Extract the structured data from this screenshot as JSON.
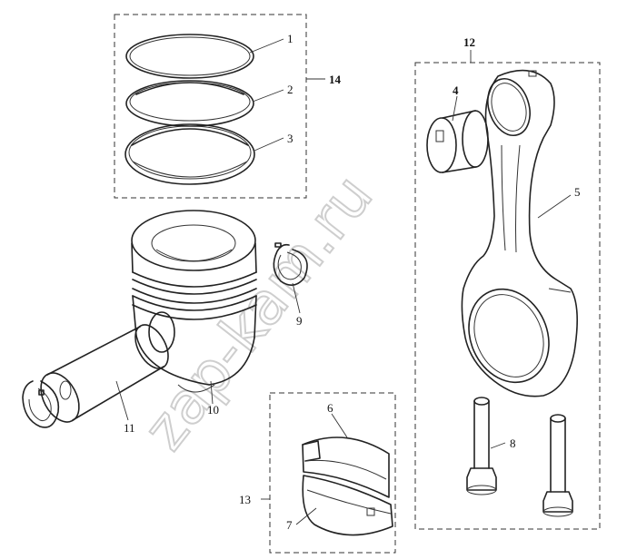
{
  "callouts": {
    "c1": "1",
    "c2": "2",
    "c3": "3",
    "c4": "4",
    "c5": "5",
    "c6": "6",
    "c7": "7",
    "c8": "8",
    "c9": "9",
    "c10": "10",
    "c11": "11",
    "c12": "12",
    "c13": "13",
    "c14": "14"
  },
  "watermark": "zap-kam.ru"
}
